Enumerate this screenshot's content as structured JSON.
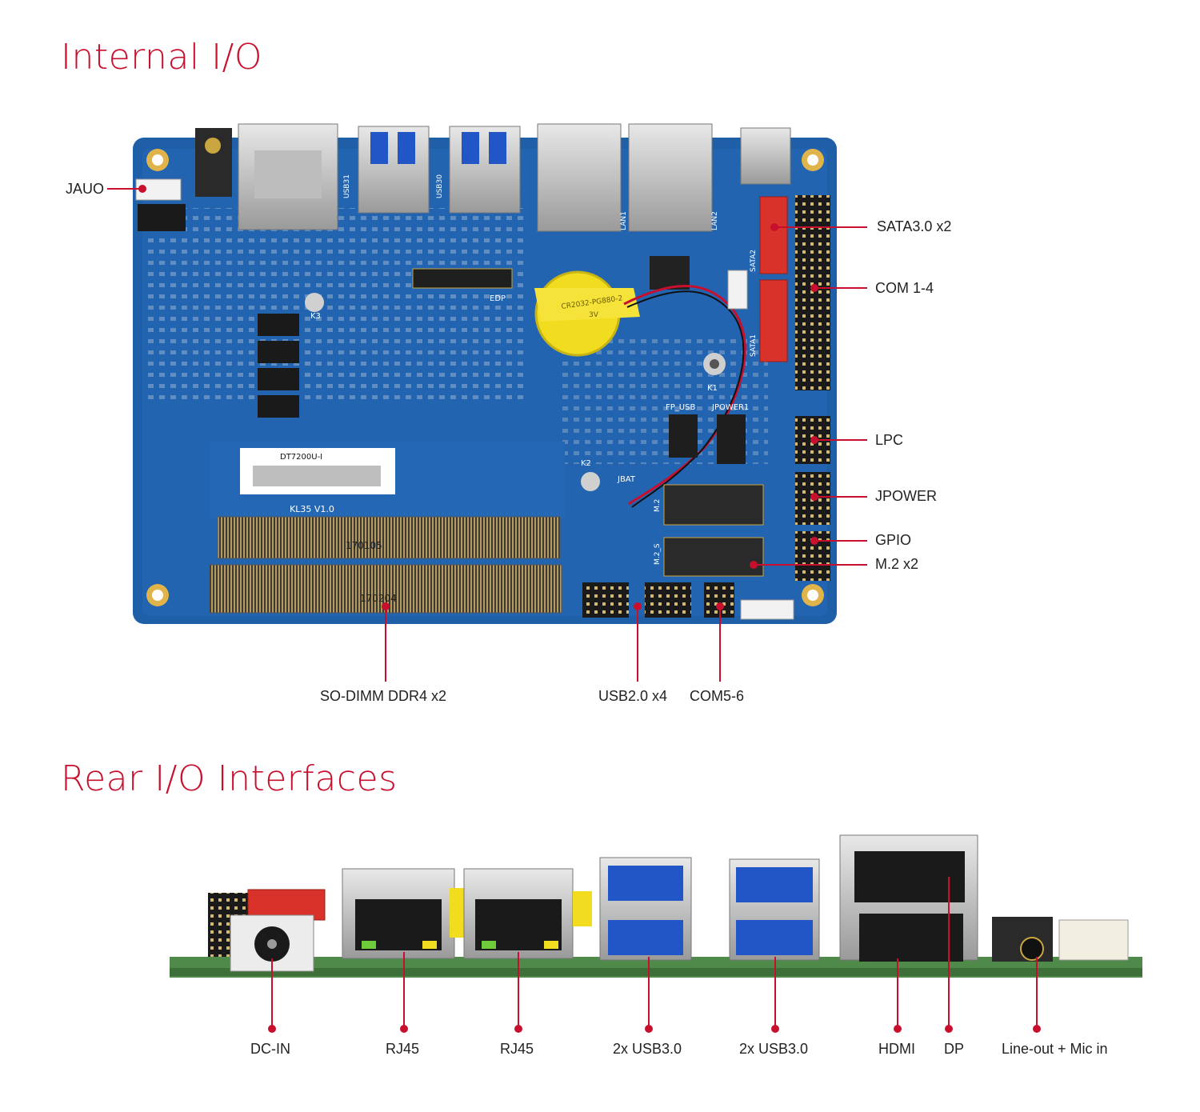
{
  "sections": {
    "internal_title": "Internal I/O",
    "rear_title": "Rear I/O Interfaces"
  },
  "board_silkscreen": {
    "model_sticker": "DT7200U-I",
    "version": "KL35  V1.0",
    "battery": "CR2032-PG880-2",
    "battery_voltage": "3V",
    "fp_usb": "FP_USB",
    "jpower": "JPOWER1",
    "jbat": "JBAT",
    "edp": "EDP",
    "usb31": "USB31",
    "usb30": "USB30",
    "lan1": "LAN1",
    "lan2": "LAN2",
    "sata1": "SATA1",
    "sata2": "SATA2",
    "m2": "M.2",
    "m2s": "M.2_S",
    "ram_code1": "170105",
    "ram_code2": "170204",
    "k1": "K1",
    "k2": "K2",
    "k3": "K3"
  },
  "internal_labels": {
    "jauo": "JAUO",
    "sata": "SATA3.0 x2",
    "com14": "COM 1-4",
    "lpc": "LPC",
    "jpower": "JPOWER",
    "gpio": "GPIO",
    "m2": "M.2 x2",
    "sodimm": "SO-DIMM DDR4 x2",
    "usb20": "USB2.0 x4",
    "com56": "COM5-6"
  },
  "rear_labels": {
    "dcin": "DC-IN",
    "rj45a": "RJ45",
    "rj45b": "RJ45",
    "usb3a": "2x USB3.0",
    "usb3b": "2x USB3.0",
    "hdmi": "HDMI",
    "dp": "DP",
    "audio": "Line-out + Mic in"
  },
  "colors": {
    "accent": "#c8102e",
    "pcb_blue": "#1e5fa8",
    "pcb_green": "#4f8a4a",
    "sata_red": "#d8322a",
    "battery_yellow": "#f2dc1f",
    "usb3_blue": "#2256c7"
  }
}
